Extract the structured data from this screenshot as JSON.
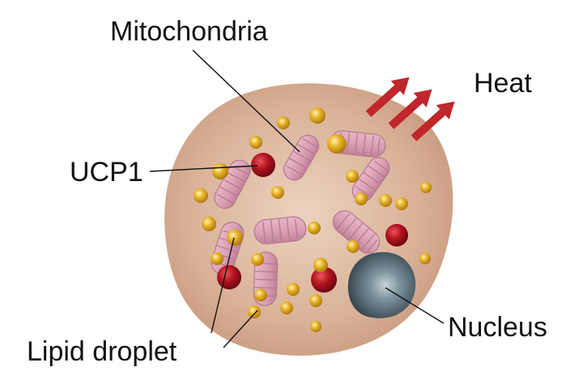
{
  "diagram": {
    "labels": {
      "mitochondria": "Mitochondria",
      "heat": "Heat",
      "ucp1": "UCP1",
      "nucleus": "Nucleus",
      "lipid_droplet": "Lipid droplet"
    },
    "colors": {
      "cell_center": "#e8c9b2",
      "cell_edge": "#c79a7c",
      "mitochondria": "#d9a0b4",
      "mitochondria_stroke": "#b27890",
      "lipid_droplet": "#d9a21e",
      "ucp1": "#a6121c",
      "nucleus": "#3d4f5a",
      "heat_arrow": "#c0262b",
      "leader_line": "#111111"
    }
  }
}
